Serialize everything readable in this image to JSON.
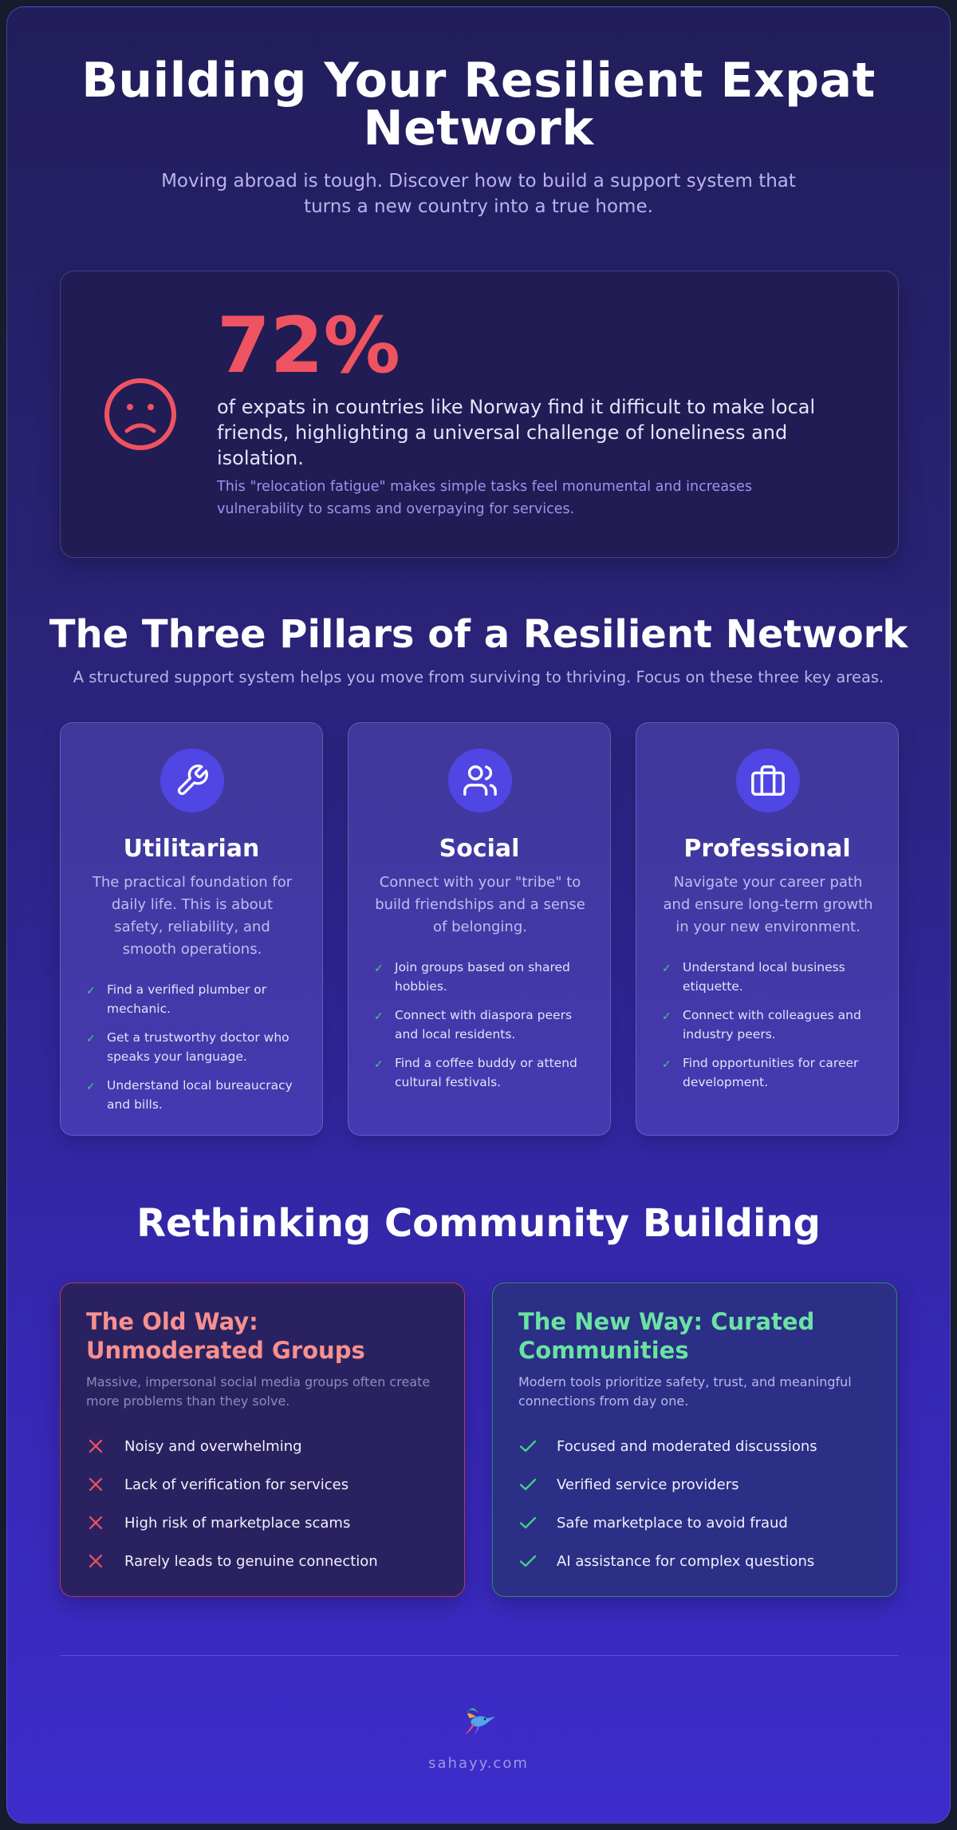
{
  "hero": {
    "title": "Building Your Resilient Expat Network",
    "subtitle": "Moving abroad is tough. Discover how to build a support system that turns a new country into a true home."
  },
  "stat": {
    "icon": "sad-face-icon",
    "number": "72%",
    "text": "of expats in countries like Norway find it difficult to make local friends, highlighting a universal challenge of loneliness and isolation.",
    "note": "This \"relocation fatigue\" makes simple tasks feel monumental and increases vulnerability to scams and overpaying for services.",
    "accent_color": "#ef5361"
  },
  "pillars_section": {
    "title": "The Three Pillars of a Resilient Network",
    "subtitle": "A structured support system helps you move from surviving to thriving. Focus on these three key areas."
  },
  "pillars": [
    {
      "icon": "wrench-icon",
      "title": "Utilitarian",
      "description": "The practical foundation for daily life. This is about safety, reliability, and smooth operations.",
      "items": [
        "Find a verified plumber or mechanic.",
        "Get a trustworthy doctor who speaks your language.",
        "Understand local bureaucracy and bills."
      ]
    },
    {
      "icon": "users-icon",
      "title": "Social",
      "description": "Connect with your \"tribe\" to build friendships and a sense of belonging.",
      "items": [
        "Join groups based on shared hobbies.",
        "Connect with diaspora peers and local residents.",
        "Find a coffee buddy or attend cultural festivals."
      ]
    },
    {
      "icon": "briefcase-icon",
      "title": "Professional",
      "description": "Navigate your career path and ensure long-term growth in your new environment.",
      "items": [
        "Understand local business etiquette.",
        "Connect with colleagues and industry peers.",
        "Find opportunities for career development."
      ]
    }
  ],
  "community_section": {
    "title": "Rethinking Community Building"
  },
  "old_way": {
    "title": "The Old Way: Unmoderated Groups",
    "description": "Massive, impersonal social media groups often create more problems than they solve.",
    "items": [
      "Noisy and overwhelming",
      "Lack of verification for services",
      "High risk of marketplace scams",
      "Rarely leads to genuine connection"
    ],
    "color": "#ef5361"
  },
  "new_way": {
    "title": "The New Way: Curated Communities",
    "description": "Modern tools prioritize safety, trust, and meaningful connections from day one.",
    "items": [
      "Focused and moderated discussions",
      "Verified service providers",
      "Safe marketplace to avoid fraud",
      "AI assistance for complex questions"
    ],
    "color": "#3ed184"
  },
  "footer": {
    "logo": "hummingbird-logo",
    "text": "sahayy.com"
  }
}
